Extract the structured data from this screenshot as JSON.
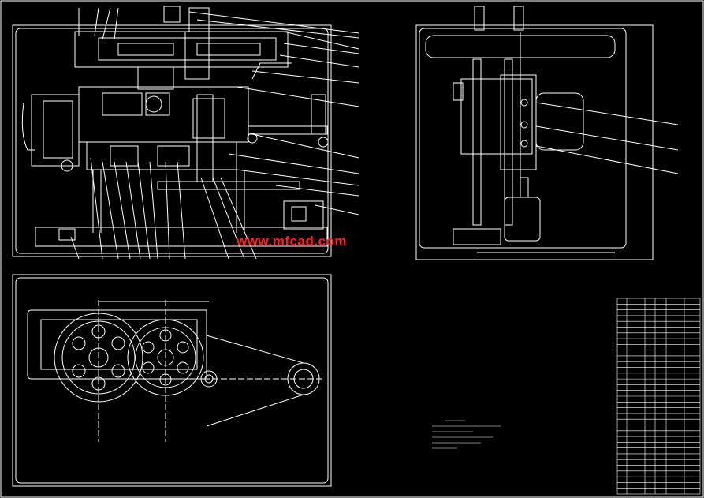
{
  "watermark": "www.mfcad.com",
  "colors": {
    "background": "#000000",
    "line": "#ffffff",
    "watermark": "#ff2020"
  },
  "views": {
    "front_section": "front-section-view",
    "side_view": "side-view",
    "plan_view": "plan-view"
  },
  "parts_table": {
    "rows": 34,
    "columns": 6
  }
}
